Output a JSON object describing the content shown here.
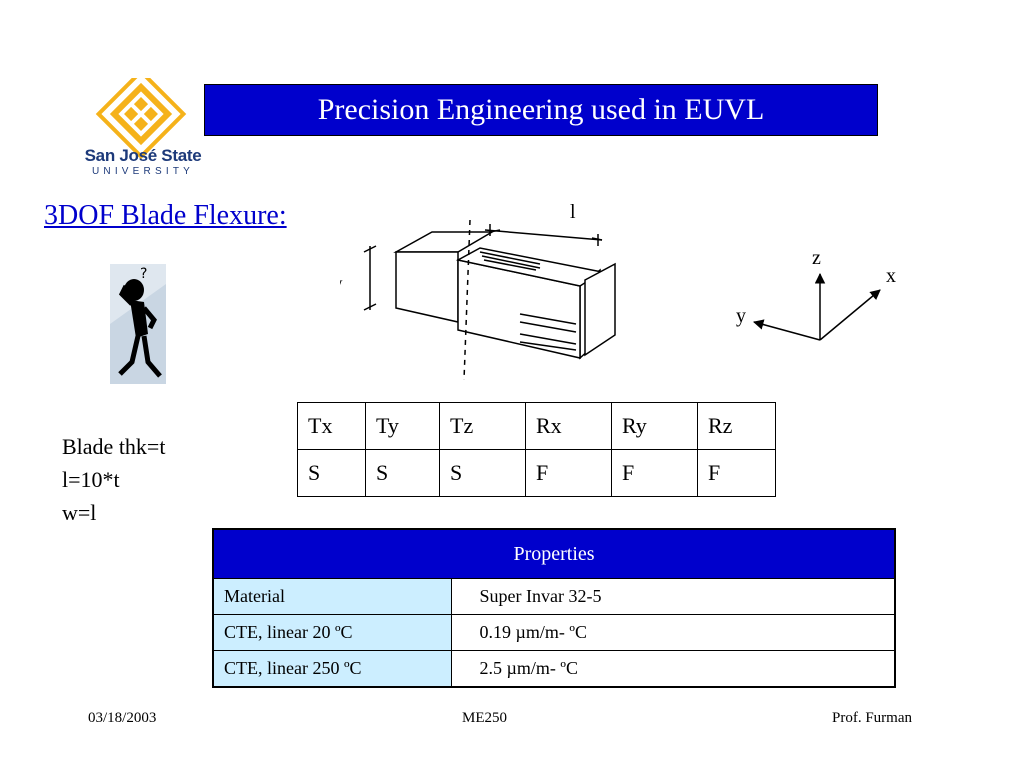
{
  "logo": {
    "name": "San José State",
    "univ": "UNIVERSITY"
  },
  "title": "Precision Engineering used in EUVL",
  "subtitle": "3DOF Blade Flexure:",
  "notes": [
    "Blade thk=t",
    "l=10*t",
    "w=l"
  ],
  "diagram": {
    "length_label": "l",
    "width_label": "w"
  },
  "axes": {
    "z": "z",
    "x": "x",
    "y": "y"
  },
  "dof_table": {
    "headers": [
      "Tx",
      "Ty",
      "Tz",
      "Rx",
      "Ry",
      "Rz"
    ],
    "values": [
      "S",
      "S",
      "S",
      "F",
      "F",
      "F"
    ]
  },
  "properties": {
    "header": "Properties",
    "rows": [
      {
        "key": "Material",
        "value": "Super Invar 32-5"
      },
      {
        "key": "CTE, linear 20 ºC",
        "value": "0.19 µm/m- ºC"
      },
      {
        "key": "CTE, linear 250 ºC",
        "value": "2.5 µm/m- ºC"
      }
    ]
  },
  "footer": {
    "date": "03/18/2003",
    "course": "ME250",
    "author": "Prof. Furman"
  },
  "colors": {
    "title_bg": "#0000cc",
    "key_cell_bg": "#cceeff",
    "logo_gold": "#f5b21a",
    "logo_blue": "#1d3a7a"
  }
}
